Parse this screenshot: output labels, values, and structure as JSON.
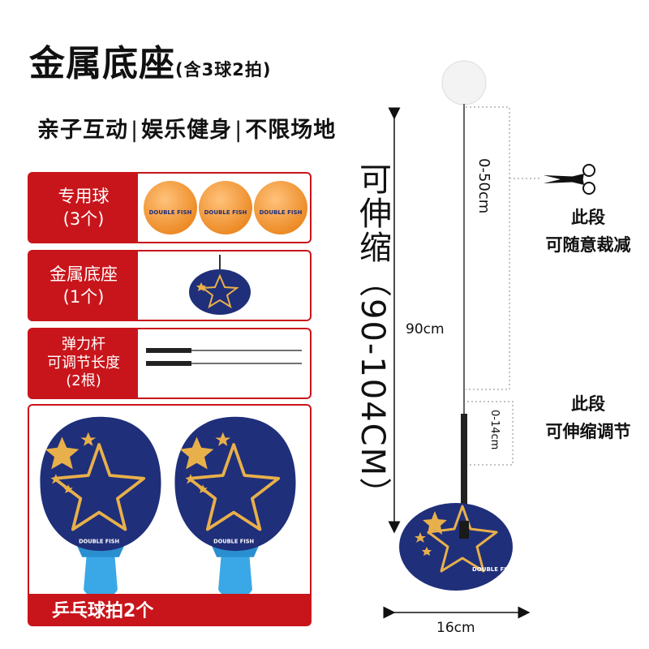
{
  "header": {
    "title": "金属底座",
    "subtitle": "(含3球2拍)"
  },
  "slogan": {
    "items": [
      "亲子互动",
      "娱乐健身",
      "不限场地"
    ],
    "separator": "|"
  },
  "components": [
    {
      "label_lines": [
        "专用球",
        "(3个)"
      ]
    },
    {
      "label_lines": [
        "金属底座",
        "(1个)"
      ]
    },
    {
      "label_lines": [
        "弹力杆",
        "可调节长度",
        "(2根)"
      ]
    }
  ],
  "paddles": {
    "caption": "乒乓球拍2个",
    "logo": "DOUBLE FISH"
  },
  "product": {
    "total_length": "可伸缩（90-104CM）",
    "rod_length": "90cm",
    "cut_range": "0-50cm",
    "cut_note": [
      "此段",
      "可随意裁减"
    ],
    "telescope_range": "0-14cm",
    "telescope_note": [
      "此段",
      "可伸缩调节"
    ],
    "base_width": "16cm"
  },
  "colors": {
    "accent_red": "#c8151b",
    "navy": "#1f2f7a",
    "gold": "#e8b04a",
    "handle_blue": "#3aa8e6",
    "ball_orange": "#f39a3a"
  },
  "icons": [
    "scissors-icon",
    "star-icon"
  ]
}
